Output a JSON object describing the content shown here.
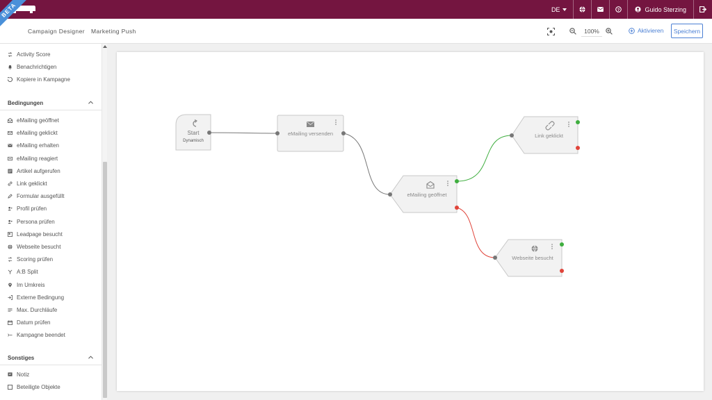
{
  "topbar": {
    "language": "DE",
    "user_name": "Guido Sterzing"
  },
  "subheader": {
    "beta_label": "BETA",
    "tabs": [
      {
        "label": "Campaign Designer"
      },
      {
        "label": "Marketing Push"
      }
    ],
    "zoom_value": "100%",
    "activate_label": "Aktivieren",
    "save_label": "Speichern"
  },
  "sidebar": {
    "actions": [
      {
        "label": "Activity Score",
        "icon": "activity-score-icon"
      },
      {
        "label": "Benachrichtigen",
        "icon": "notify-icon"
      },
      {
        "label": "Kopiere in Kampagne",
        "icon": "copy-icon"
      }
    ],
    "conditions_title": "Bedingungen",
    "conditions": [
      {
        "label": "eMailing geöffnet",
        "icon": "mail-open-icon"
      },
      {
        "label": "eMailing geklickt",
        "icon": "mail-click-icon"
      },
      {
        "label": "eMailing erhalten",
        "icon": "mail-received-icon"
      },
      {
        "label": "eMailing reagiert",
        "icon": "mail-reacted-icon"
      },
      {
        "label": "Artikel aufgerufen",
        "icon": "article-icon"
      },
      {
        "label": "Link geklickt",
        "icon": "link-icon"
      },
      {
        "label": "Formular ausgefüllt",
        "icon": "form-icon"
      },
      {
        "label": "Profil prüfen",
        "icon": "profile-icon"
      },
      {
        "label": "Persona prüfen",
        "icon": "persona-icon"
      },
      {
        "label": "Leadpage besucht",
        "icon": "leadpage-icon"
      },
      {
        "label": "Webseite besucht",
        "icon": "globe-icon"
      },
      {
        "label": "Scoring prüfen",
        "icon": "scoring-icon"
      },
      {
        "label": "A:B Split",
        "icon": "split-icon"
      },
      {
        "label": "Im Umkreis",
        "icon": "location-icon"
      },
      {
        "label": "Externe Bedingung",
        "icon": "external-icon"
      },
      {
        "label": "Max. Durchläufe",
        "icon": "max-runs-icon"
      },
      {
        "label": "Datum prüfen",
        "icon": "calendar-icon"
      },
      {
        "label": "Kampagne beendet",
        "icon": "campaign-end-icon"
      }
    ],
    "misc_title": "Sonstiges",
    "misc": [
      {
        "label": "Notiz",
        "icon": "note-icon"
      },
      {
        "label": "Beteiligte Objekte",
        "icon": "objects-icon"
      }
    ]
  },
  "flow": {
    "nodes": [
      {
        "id": "start",
        "label": "Start",
        "sublabel": "Dynamisch",
        "icon": "refresh-icon"
      },
      {
        "id": "send",
        "label": "eMailing versenden",
        "icon": "mail-icon"
      },
      {
        "id": "opened",
        "label": "eMailing geöffnet",
        "icon": "mail-open-icon"
      },
      {
        "id": "link",
        "label": "Link geklickt",
        "icon": "link-icon"
      },
      {
        "id": "web",
        "label": "Webseite besucht",
        "icon": "globe-icon"
      }
    ]
  },
  "colors": {
    "brand": "#741540",
    "accent": "#4a7fd4",
    "beta": "#4a90d9",
    "yes": "#3fae3f",
    "no": "#e0443a"
  }
}
